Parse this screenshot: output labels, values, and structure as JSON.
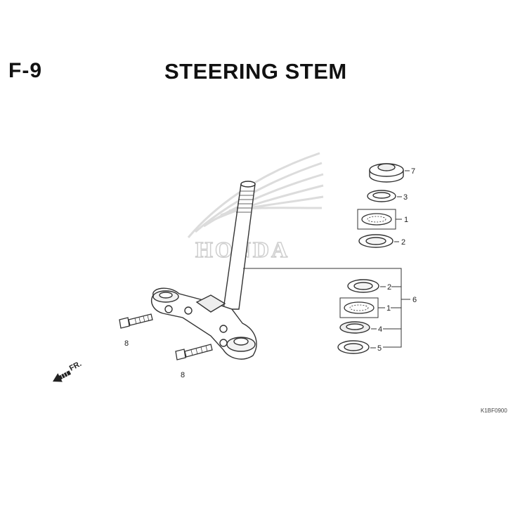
{
  "header": {
    "figure_number": "F-9",
    "title": "STEERING STEM"
  },
  "watermark": {
    "brand_text": "HONDA",
    "color": "#d6d6d6"
  },
  "callouts": {
    "c7": "7",
    "c3": "3",
    "c1_top": "1",
    "c2_top": "2",
    "c2_bottom": "2",
    "c1_bottom": "1",
    "c4": "4",
    "c5": "5",
    "c6": "6",
    "c8_left": "8",
    "c8_right": "8"
  },
  "direction": {
    "label": "FR.",
    "icon": "arrow-front-icon"
  },
  "footer": {
    "catalog_code": "K1BF0900"
  },
  "colors": {
    "line": "#333333",
    "fill": "#ffffff",
    "shade": "#e8e8e8"
  }
}
